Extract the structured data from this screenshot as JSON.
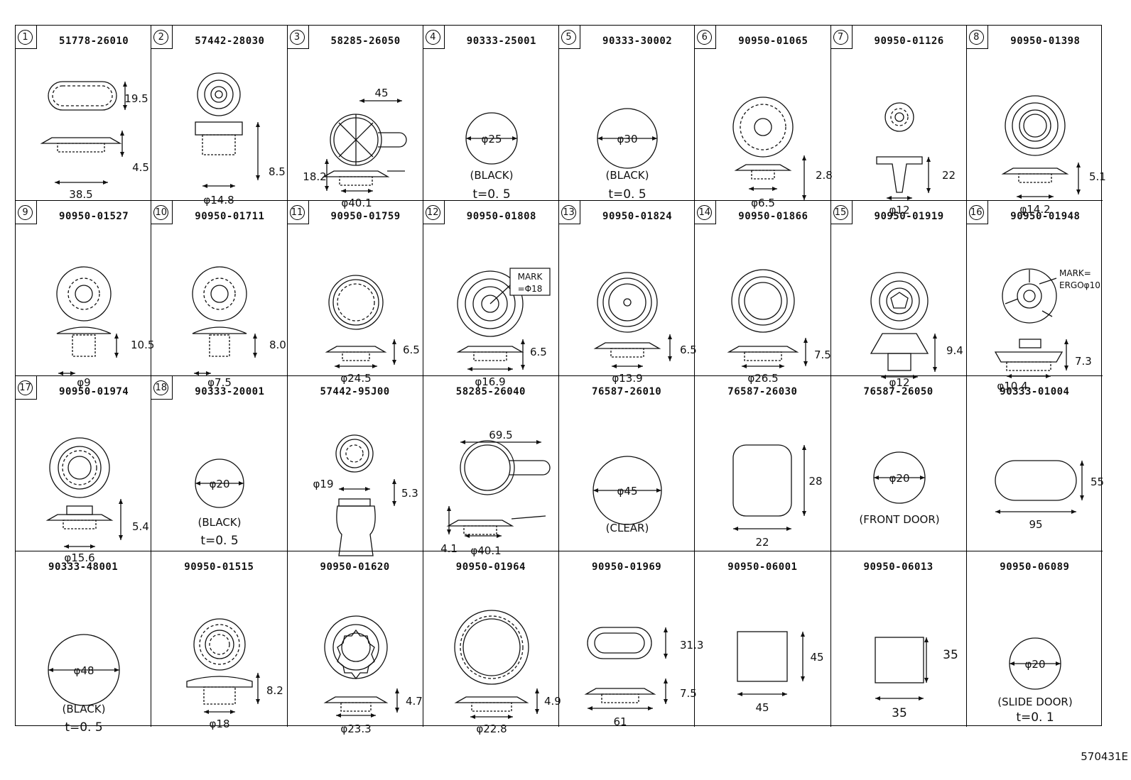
{
  "footer_code": "570431E",
  "parts": [
    {
      "index": "1",
      "part_no": "51778-26010",
      "dims": [
        "19.5",
        "4.5",
        "38.5"
      ]
    },
    {
      "index": "2",
      "part_no": "57442-28030",
      "dims": [
        "8.5",
        "φ14.8"
      ]
    },
    {
      "index": "3",
      "part_no": "58285-26050",
      "dims": [
        "45",
        "18.2",
        "φ40.1"
      ]
    },
    {
      "index": "4",
      "part_no": "90333-25001",
      "dims": [
        "φ25",
        "(BLACK)",
        "t=0. 5"
      ]
    },
    {
      "index": "5",
      "part_no": "90333-30002",
      "dims": [
        "φ30",
        "(BLACK)",
        "t=0. 5"
      ]
    },
    {
      "index": "6",
      "part_no": "90950-01065",
      "dims": [
        "2.8",
        "φ6.5"
      ]
    },
    {
      "index": "7",
      "part_no": "90950-01126",
      "dims": [
        "22",
        "φ12"
      ]
    },
    {
      "index": "8",
      "part_no": "90950-01398",
      "dims": [
        "5.1",
        "φ14.2"
      ]
    },
    {
      "index": "9",
      "part_no": "90950-01527",
      "dims": [
        "10.5",
        "φ9"
      ]
    },
    {
      "index": "10",
      "part_no": "90950-01711",
      "dims": [
        "8.0",
        "φ7.5"
      ]
    },
    {
      "index": "11",
      "part_no": "90950-01759",
      "dims": [
        "6.5",
        "φ24.5"
      ]
    },
    {
      "index": "12",
      "part_no": "90950-01808",
      "dims": [
        "MARK",
        "=Φ18",
        "6.5",
        "φ16.9"
      ]
    },
    {
      "index": "13",
      "part_no": "90950-01824",
      "dims": [
        "6.5",
        "φ13.9"
      ]
    },
    {
      "index": "14",
      "part_no": "90950-01866",
      "dims": [
        "7.5",
        "φ26.5"
      ]
    },
    {
      "index": "15",
      "part_no": "90950-01919",
      "dims": [
        "9.4",
        "φ12"
      ]
    },
    {
      "index": "16",
      "part_no": "90950-01948",
      "dims": [
        "MARK=",
        "ERGOφ10",
        "7.3",
        "φ10.4"
      ]
    },
    {
      "index": "17",
      "part_no": "90950-01974",
      "dims": [
        "5.4",
        "φ15.6"
      ]
    },
    {
      "index": "18",
      "part_no": "90333-20001",
      "dims": [
        "φ20",
        "(BLACK)",
        "t=0. 5"
      ]
    },
    {
      "index": "",
      "part_no": "57442-95J00",
      "dims": [
        "φ19",
        "5.3"
      ]
    },
    {
      "index": "",
      "part_no": "58285-26040",
      "dims": [
        "69.5",
        "4.1",
        "φ40.1"
      ]
    },
    {
      "index": "",
      "part_no": "76587-26010",
      "dims": [
        "φ45",
        "(CLEAR)"
      ]
    },
    {
      "index": "",
      "part_no": "76587-26030",
      "dims": [
        "28",
        "22"
      ]
    },
    {
      "index": "",
      "part_no": "76587-26050",
      "dims": [
        "φ20",
        "(FRONT DOOR)"
      ]
    },
    {
      "index": "",
      "part_no": "90333-01004",
      "dims": [
        "55",
        "95"
      ]
    },
    {
      "index": "",
      "part_no": "90333-48001",
      "dims": [
        "φ48",
        "(BLACK)",
        "t=0. 5"
      ]
    },
    {
      "index": "",
      "part_no": "90950-01515",
      "dims": [
        "8.2",
        "φ18"
      ]
    },
    {
      "index": "",
      "part_no": "90950-01620",
      "dims": [
        "4.7",
        "φ23.3"
      ]
    },
    {
      "index": "",
      "part_no": "90950-01964",
      "dims": [
        "4.9",
        "φ22.8"
      ]
    },
    {
      "index": "",
      "part_no": "90950-01969",
      "dims": [
        "31.3",
        "7.5",
        "61"
      ]
    },
    {
      "index": "",
      "part_no": "90950-06001",
      "dims": [
        "45",
        "45"
      ]
    },
    {
      "index": "",
      "part_no": "90950-06013",
      "dims": [
        "35",
        "35"
      ]
    },
    {
      "index": "",
      "part_no": "90950-06089",
      "dims": [
        "φ20",
        "(SLIDE DOOR)",
        "t=0. 1"
      ]
    }
  ]
}
